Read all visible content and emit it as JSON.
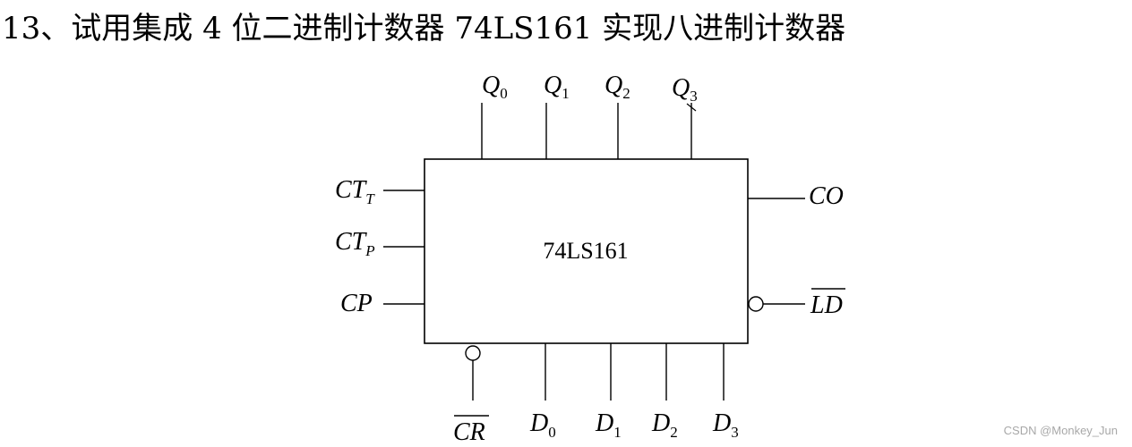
{
  "question": {
    "text": "13、试用集成 4 位二进制计数器 74LS161 实现八进制计数器"
  },
  "chip": {
    "label": "74LS161",
    "stroke_color": "#000000"
  },
  "pins": {
    "q0": {
      "main": "Q",
      "sub": "0"
    },
    "q1": {
      "main": "Q",
      "sub": "1"
    },
    "q2": {
      "main": "Q",
      "sub": "2"
    },
    "q3": {
      "main": "Q",
      "sub": "3"
    },
    "ctt": {
      "main": "CT",
      "sub": "T"
    },
    "ctp": {
      "main": "CT",
      "sub": "P"
    },
    "cp": {
      "main": "CP"
    },
    "co": {
      "main": "CO"
    },
    "ld": {
      "main": "LD",
      "overline": true
    },
    "cr": {
      "main": "CR",
      "overline": true
    },
    "d0": {
      "main": "D",
      "sub": "0"
    },
    "d1": {
      "main": "D",
      "sub": "1"
    },
    "d2": {
      "main": "D",
      "sub": "2"
    },
    "d3": {
      "main": "D",
      "sub": "3"
    }
  },
  "watermark": {
    "text": "CSDN @Monkey_Jun"
  }
}
